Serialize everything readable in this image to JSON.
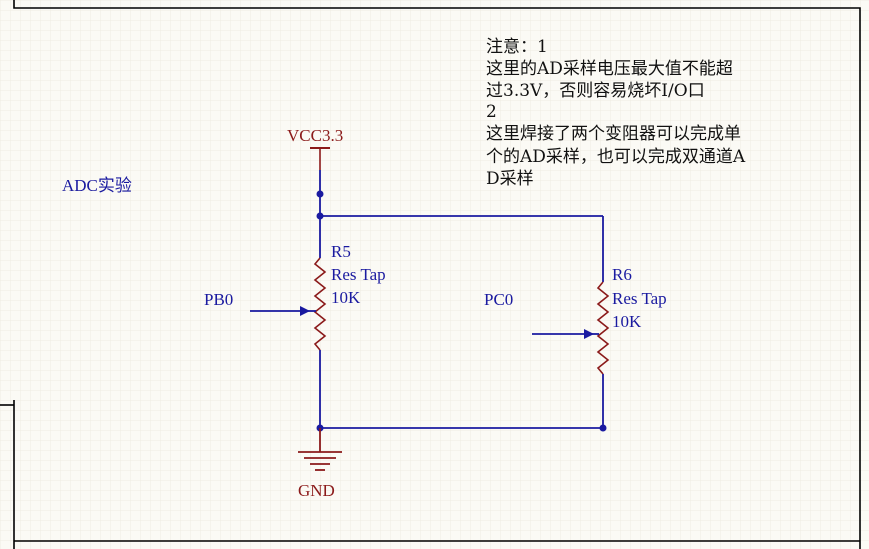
{
  "title": "ADC实验",
  "note": {
    "lines": [
      "注意：1",
      "这里的AD采样电压最大值不能超",
      "过3.3V，否则容易烧坏I/O口",
      "2",
      "这里焊接了两个变阻器可以完成单",
      "个的AD采样，也可以完成双通道A",
      "D采样"
    ]
  },
  "power": {
    "label": "VCC3.3"
  },
  "ground": {
    "label": "GND"
  },
  "r5": {
    "designator": "R5",
    "comment": "Res Tap",
    "value": "10K",
    "net": "PB0"
  },
  "r6": {
    "designator": "R6",
    "comment": "Res Tap",
    "value": "10K",
    "net": "PC0"
  },
  "colors": {
    "wire": "#1a1aa0",
    "power": "#8b1a1a",
    "text_blue": "#1a1aa0",
    "border": "#000000",
    "grid": "#efece2"
  }
}
